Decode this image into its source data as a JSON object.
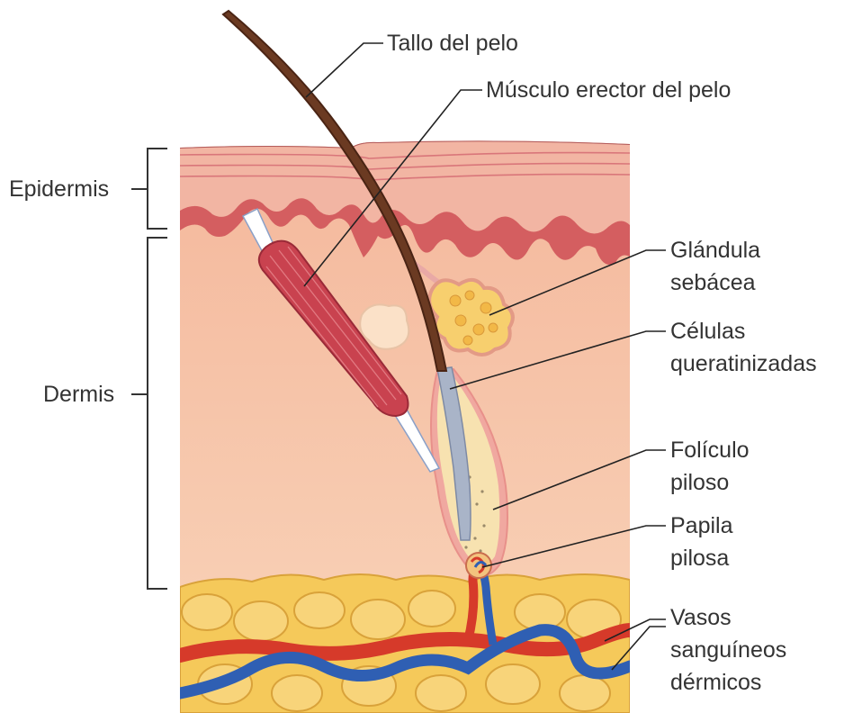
{
  "labels": {
    "tallo": "Tallo del pelo",
    "musculo": "Músculo erector del pelo",
    "epidermis": "Epidermis",
    "dermis": "Dermis",
    "glandula": [
      "Glándula",
      "sebácea"
    ],
    "celulas": [
      "Células",
      "queratinizadas"
    ],
    "foliculo": [
      "Folículo",
      "piloso"
    ],
    "papila": [
      "Papila",
      "pilosa"
    ],
    "vasos": [
      "Vasos",
      "sanguíneos",
      "dérmicos"
    ]
  },
  "colors": {
    "skin_dermis": "#f6c7a6",
    "epidermis": "#f2b5a3",
    "epidermis_dark": "#c9414a",
    "fat": "#f5c95a",
    "hair": "#6b3a22",
    "muscle": "#c9424f",
    "artery": "#d63a2a",
    "vein": "#2f5fb3",
    "leader": "#222222",
    "text": "#333333"
  }
}
